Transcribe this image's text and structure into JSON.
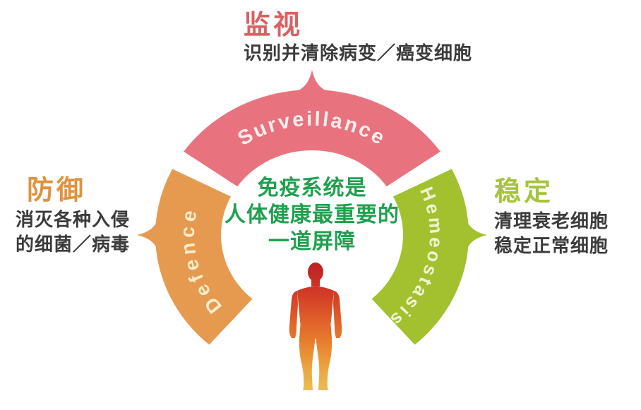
{
  "page": {
    "background": "#ffffff",
    "kind": "immune-system-functions-infographic"
  },
  "sections": {
    "surveillance": {
      "title": "监视",
      "title_color": "#d96161",
      "description": "识别并清除病变／癌变细胞",
      "arc_label": "Surveillance",
      "arc_color": "#e8737e",
      "arc_text_color": "#fdeded"
    },
    "defence": {
      "title": "防御",
      "title_color": "#df923d",
      "description_line1": "消灭各种入侵",
      "description_line2": "的细菌／病毒",
      "arc_label": "Defence",
      "arc_color": "#e69a50",
      "arc_text_color": "#f8ecca"
    },
    "homeostasis": {
      "title": "稳定",
      "title_color": "#a5c33b",
      "description_line1": "清理衰老细胞",
      "description_line2": "稳定正常细胞",
      "arc_label": "Hemeostasis",
      "arc_color": "#a3c02f",
      "arc_text_color": "#eff3d3"
    }
  },
  "center_message": {
    "line1": "免疫系统是",
    "line2": "人体健康最重要的",
    "line3": "一道屏障",
    "color": "#1fa04e"
  },
  "figure": {
    "name": "human-body-silhouette",
    "gradient_top": "#bb2025",
    "gradient_bottom": "#e9bd55"
  }
}
